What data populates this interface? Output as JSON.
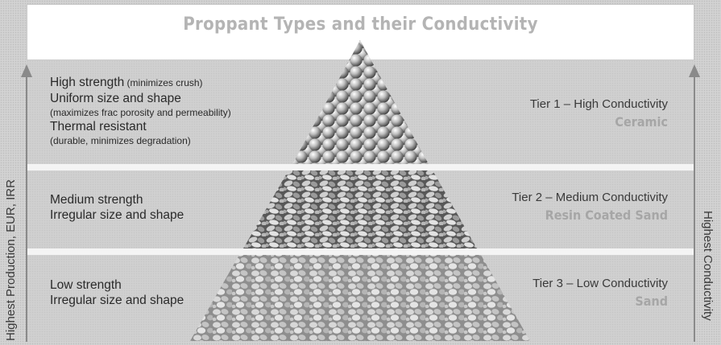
{
  "title": "Proppant Types and their Conductivity",
  "left_axis_label": "Highest Production, EUR, IRR",
  "right_axis_label": "Highest Conductivity",
  "tiers": [
    {
      "lines": [
        {
          "main": "High strength",
          "note": " (minimizes crush)"
        },
        {
          "main": "Uniform size and shape",
          "note": ""
        },
        {
          "main": "",
          "note": "(maximizes frac porosity and permeability)"
        },
        {
          "main": "Thermal resistant",
          "note": ""
        },
        {
          "main": "",
          "note": "(durable, minimizes degradation)"
        }
      ],
      "tier_label": "Tier 1 – High Conductivity",
      "proppant": "Ceramic"
    },
    {
      "lines": [
        {
          "main": "Medium strength",
          "note": ""
        },
        {
          "main": "Irregular size and shape",
          "note": ""
        }
      ],
      "tier_label": "Tier 2 – Medium Conductivity",
      "proppant": "Resin Coated Sand"
    },
    {
      "lines": [
        {
          "main": "Low strength",
          "note": ""
        },
        {
          "main": "Irregular size and shape",
          "note": ""
        }
      ],
      "tier_label": "Tier 3 – Low Conductivity",
      "proppant": "Sand"
    }
  ]
}
